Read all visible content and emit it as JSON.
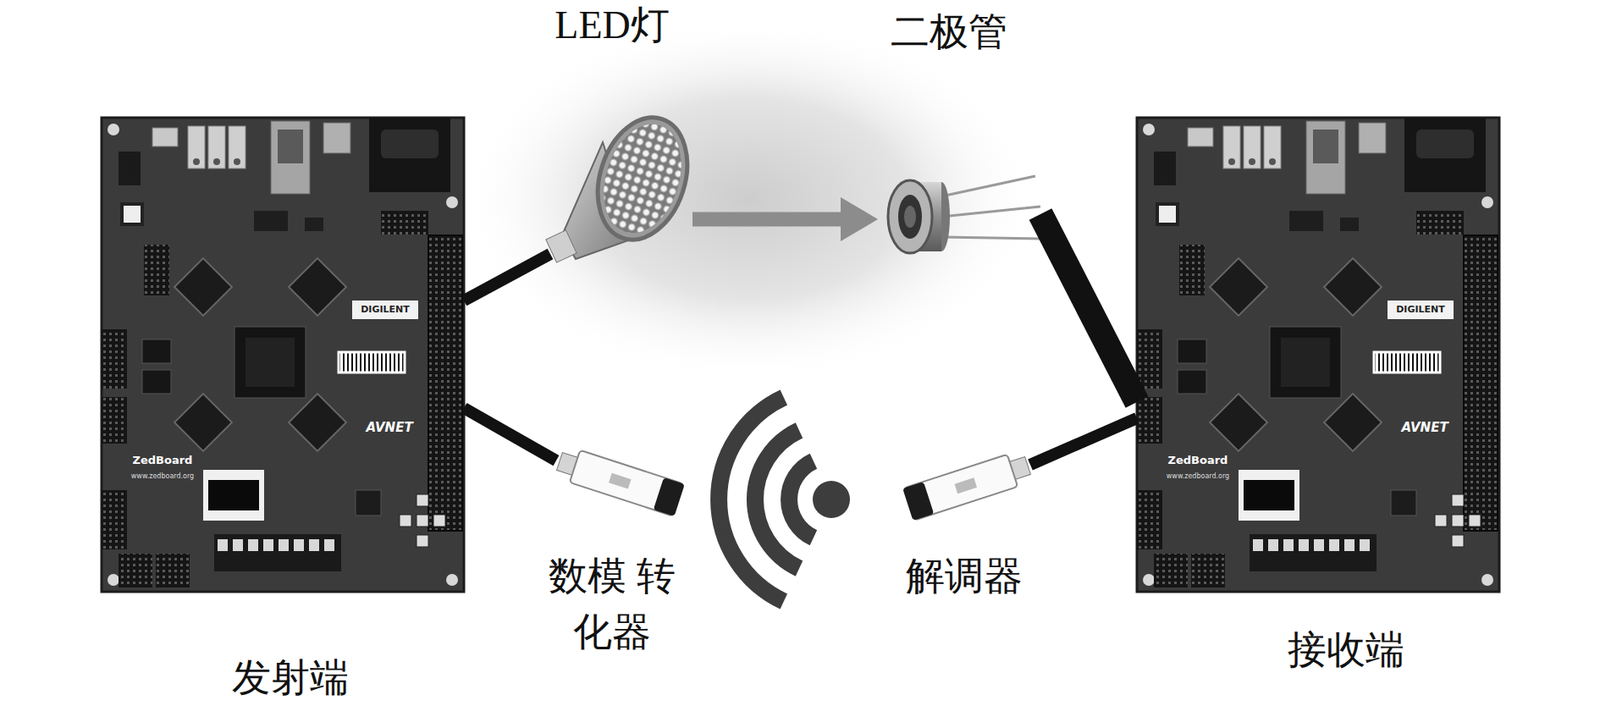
{
  "diagram": {
    "nodes": [
      {
        "text": [
          "发射端"
        ]
      },
      {
        "text": [
          "LED灯"
        ]
      },
      {
        "text": [
          "二极管"
        ]
      },
      {
        "text": [
          "接收端"
        ]
      },
      {
        "text": [
          "数模 转化器"
        ]
      },
      {
        "text": [
          "解调器"
        ]
      }
    ],
    "edges": [
      {
        "from": 0,
        "to": 1,
        "arrow": "none"
      },
      {
        "from": 1,
        "to": 2,
        "arrow": "to"
      },
      {
        "from": 2,
        "to": 3,
        "arrow": "none"
      },
      {
        "from": 0,
        "to": 4,
        "arrow": "none"
      },
      {
        "from": 5,
        "to": 3,
        "arrow": "none"
      }
    ],
    "labels": [
      "DIGILENT",
      "AVNET",
      "ZedBoard",
      "www.zedboard.org",
      "DIGILENT",
      "AVNET",
      "ZedBoard",
      "www.zedboard.org"
    ]
  }
}
